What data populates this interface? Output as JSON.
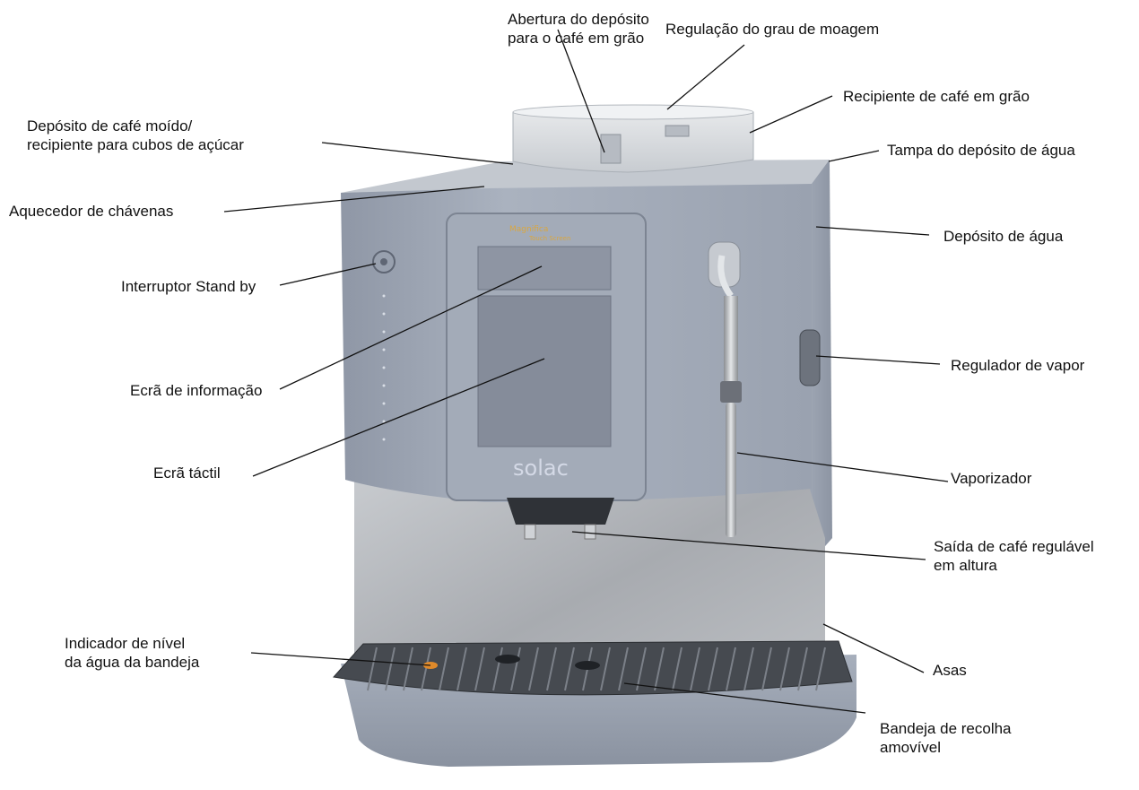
{
  "brand": {
    "logo": "solac",
    "panel_text_line1": "Magnifica",
    "panel_text_line2": "Touch Screen"
  },
  "labels": {
    "abertura": [
      "Abertura do depósito",
      "para o café em grão"
    ],
    "regulacao": [
      "Regulação do grau de moagem"
    ],
    "recipiente": [
      "Recipiente de café em grão"
    ],
    "deposito_moido": [
      "Depósito de café moído/",
      "recipiente para cubos de açúcar"
    ],
    "tampa": [
      "Tampa do depósito de água"
    ],
    "aquecedor": [
      "Aquecedor de chávenas"
    ],
    "deposito_agua": [
      "Depósito de água"
    ],
    "interruptor": [
      "Interruptor Stand by"
    ],
    "regulador_vapor": [
      "Regulador de vapor"
    ],
    "ecra_info": [
      "Ecrã de informação"
    ],
    "ecra_tactil": [
      "Ecrã táctil"
    ],
    "vaporizador": [
      "Vaporizador"
    ],
    "saida_cafe": [
      "Saída de café regulável",
      "em altura"
    ],
    "asas": [
      "Asas"
    ],
    "indicador_nivel": [
      "Indicador de nível",
      "da água da bandeja"
    ],
    "bandeja": [
      "Bandeja de recolha",
      "amovível"
    ]
  },
  "colors": {
    "body": "#9ea6b4",
    "body_dark": "#7f8796",
    "steel": "#b9bcc0",
    "tray": "#4a4d52",
    "screen": "#8e95a3",
    "indicator": "#e08a2a",
    "line": "#111111"
  }
}
